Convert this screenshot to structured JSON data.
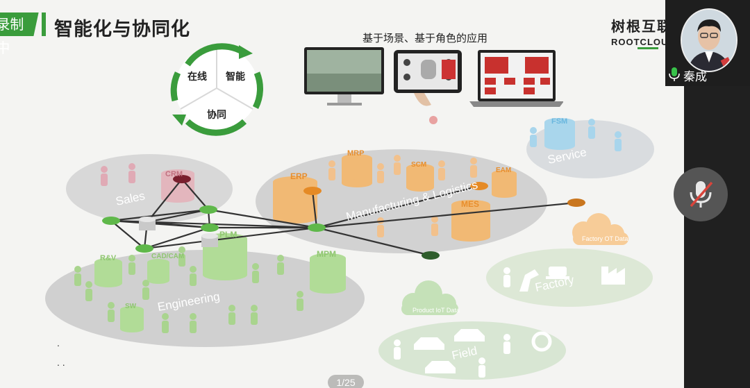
{
  "slide": {
    "recording_badge": "录制中",
    "title": "智能化与协同化",
    "logo_cn": "树根互联",
    "logo_en": "ROOTCLOUD",
    "scenario_label": "基于场景、基于角色的应用",
    "cycle_online": "在线",
    "cycle_smart": "智能",
    "cycle_collab": "协同",
    "page_indicator": "1/25"
  },
  "diagram": {
    "clusters": {
      "sales": "Sales",
      "manufacturing": "Manufacturing & Logistics",
      "engineering": "Engineering",
      "service": "Service",
      "factory": "Factory",
      "field": "Field"
    },
    "systems": {
      "crm": "CRM",
      "erp": "ERP",
      "mrp": "MRP",
      "scm": "SCM",
      "eam": "EAM",
      "mes": "MES",
      "plm": "PLM",
      "mpm": "MPM",
      "rv": "R&V",
      "cadcam": "CAD/CAM",
      "sw": "SW",
      "fsm": "FSM"
    },
    "clouds": {
      "factory_ot": "Factory OT Data",
      "product_iot": "Product IoT Data"
    }
  },
  "participant": {
    "name": "秦成"
  },
  "colors": {
    "accent_green": "#3a9c3c",
    "orange": "#f0a13c",
    "light_green": "#8bc86a",
    "blue": "#7ec4e4"
  }
}
